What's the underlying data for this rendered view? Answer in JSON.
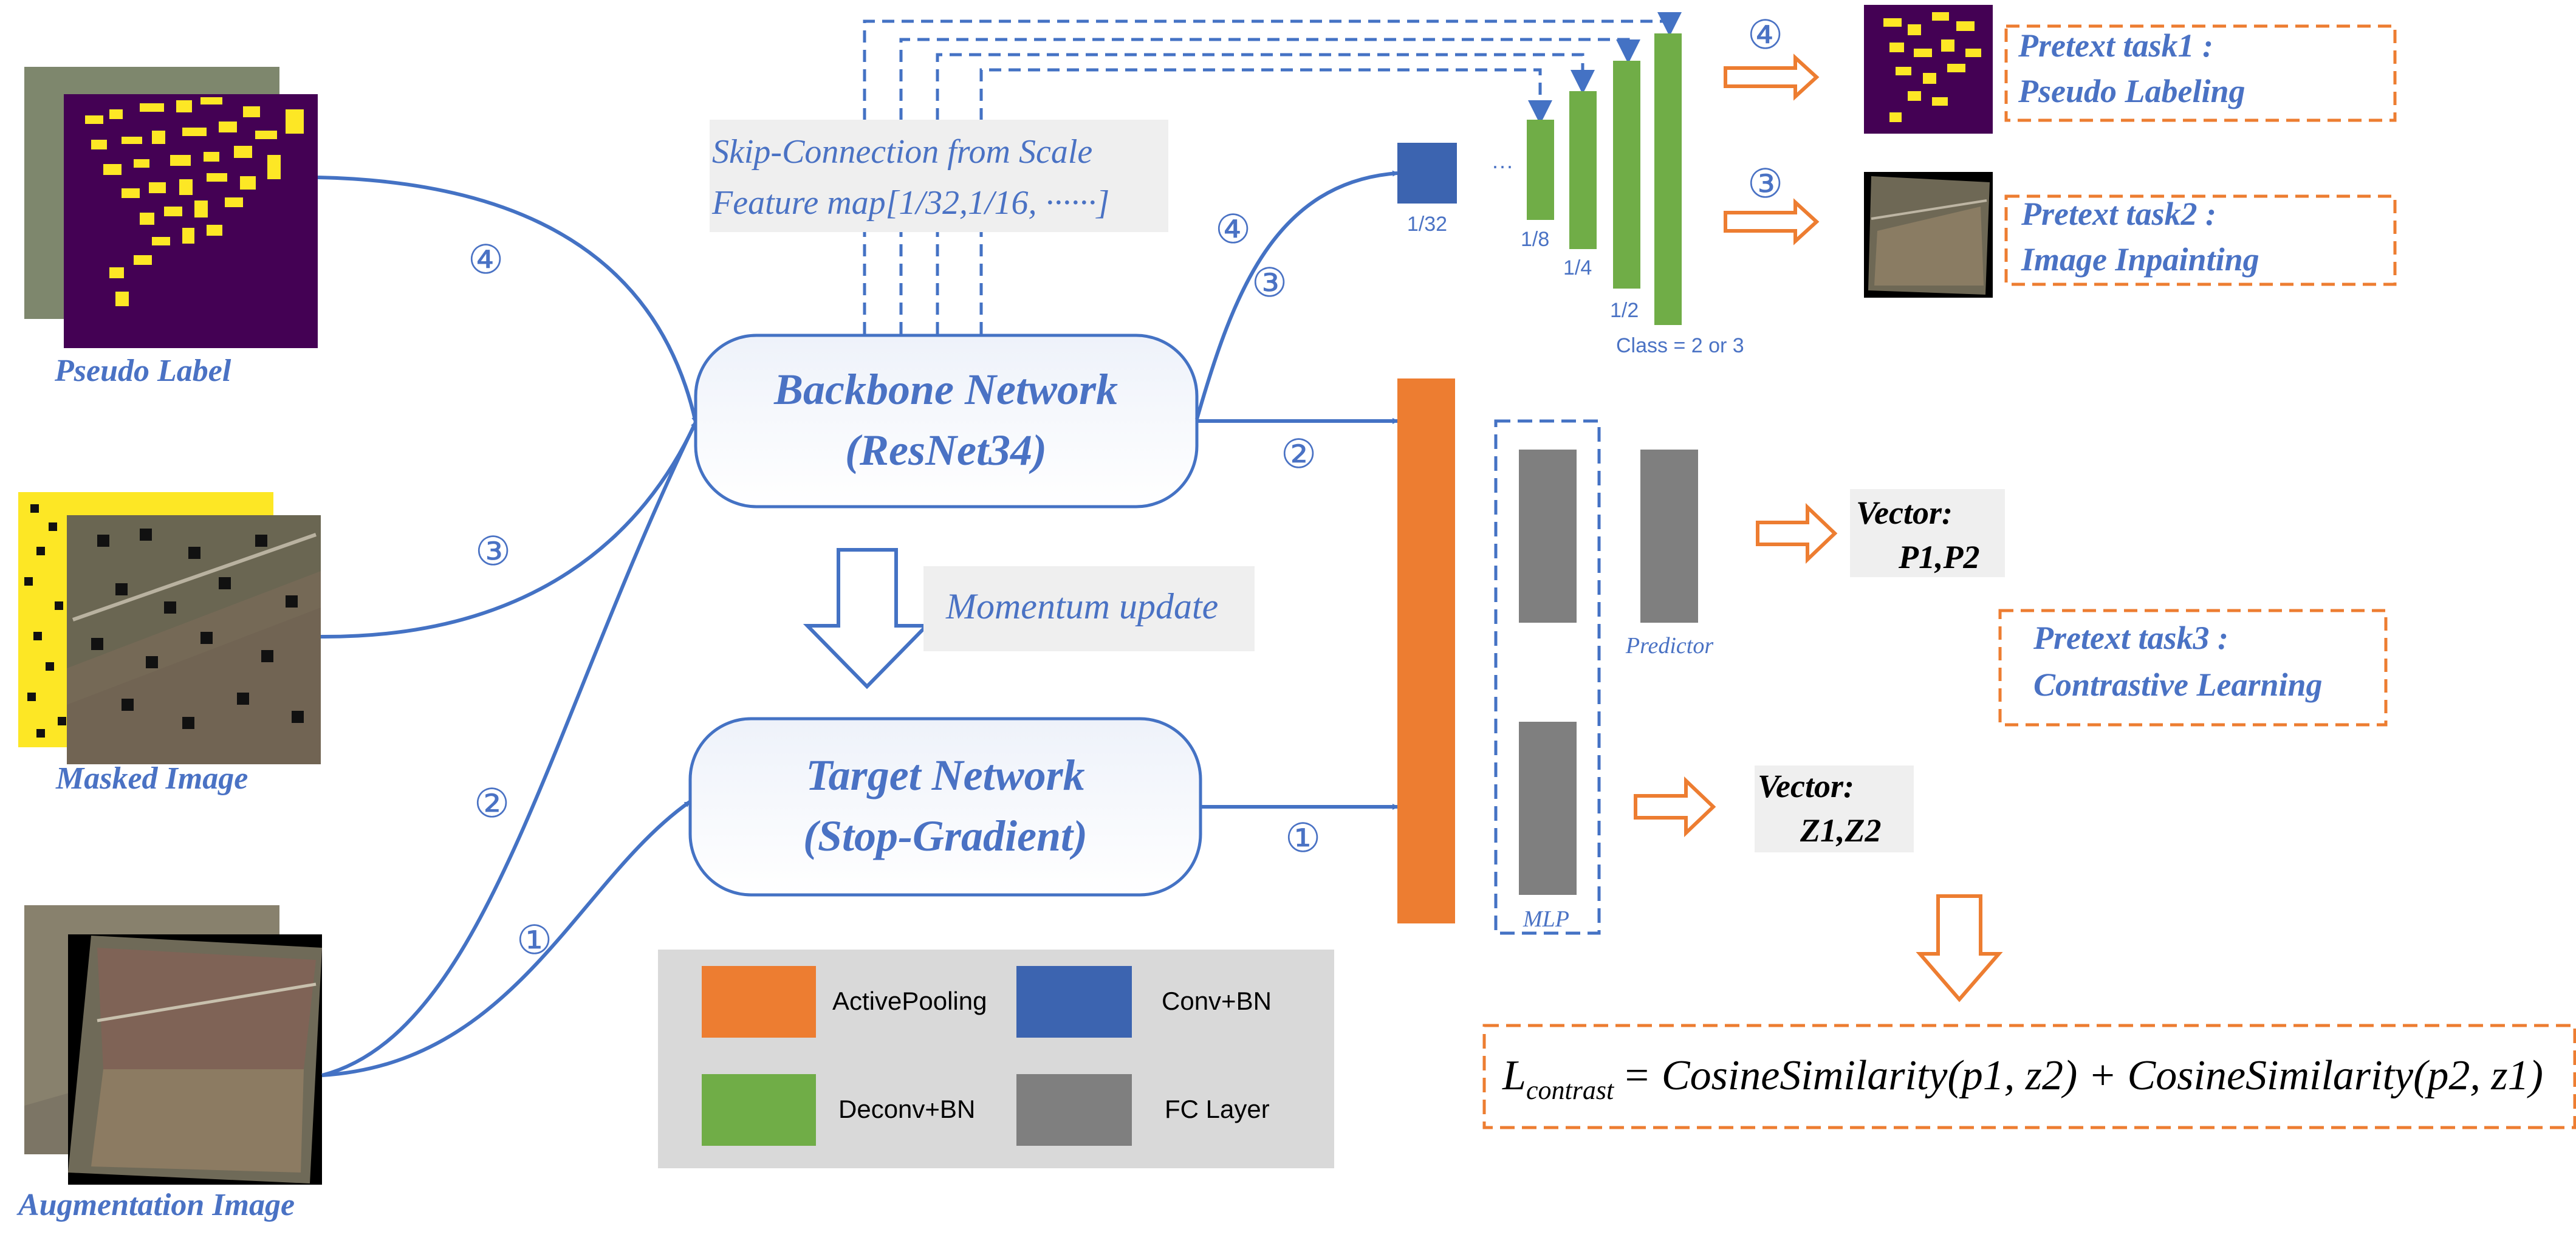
{
  "inputs": {
    "pseudo_label_caption": "Pseudo Label",
    "masked_image_caption": "Masked Image",
    "augmentation_image_caption": "Augmentation Image"
  },
  "networks": {
    "backbone_line1": "Backbone Network",
    "backbone_line2": "(ResNet34)",
    "target_line1": "Target Network",
    "target_line2": "(Stop-Gradient)",
    "momentum_label": "Momentum update"
  },
  "skip_connection": {
    "line1": "Skip-Connection from Scale",
    "line2": "Feature map[1/32,1/16, ······]"
  },
  "path_markers": [
    "④",
    "③",
    "②",
    "①"
  ],
  "decoder": {
    "scale_1_32": "1/32",
    "scale_1_8": "1/8",
    "scale_1_4": "1/4",
    "scale_1_2": "1/2",
    "ellipsis": "···",
    "class_label": "Class = 2 or 3"
  },
  "heads": {
    "predictor_label": "Predictor",
    "mlp_label": "MLP",
    "vector_p_title": "Vector:",
    "vector_p_values": "P1,P2",
    "vector_z_title": "Vector:",
    "vector_z_values": "Z1,Z2"
  },
  "tasks": {
    "task1_line1": "Pretext task1 :",
    "task1_line2": "Pseudo Labeling",
    "task2_line1": "Pretext task2 :",
    "task2_line2": "Image Inpainting",
    "task3_line1": "Pretext task3 :",
    "task3_line2": "Contrastive Learning"
  },
  "formula": {
    "L": "L",
    "sub": "contrast",
    "rhs": "= CosineSimilarity(p1, z2) + CosineSimilarity(p2, z1)"
  },
  "legend": {
    "active_pooling": "ActivePooling",
    "conv_bn": "Conv+BN",
    "deconv_bn": "Deconv+BN",
    "fc_layer": "FC Layer"
  },
  "colors": {
    "blue_text": "#4a72c4",
    "arrow_blue": "#4472c4",
    "orange": "#ed7d31",
    "green": "#70ad47",
    "conv_blue": "#3c64b0",
    "gray": "#7f7f7f",
    "legend_bg": "#d9d9d9",
    "label_bg": "#efefef",
    "purple": "#440154",
    "yellow": "#fde725"
  }
}
